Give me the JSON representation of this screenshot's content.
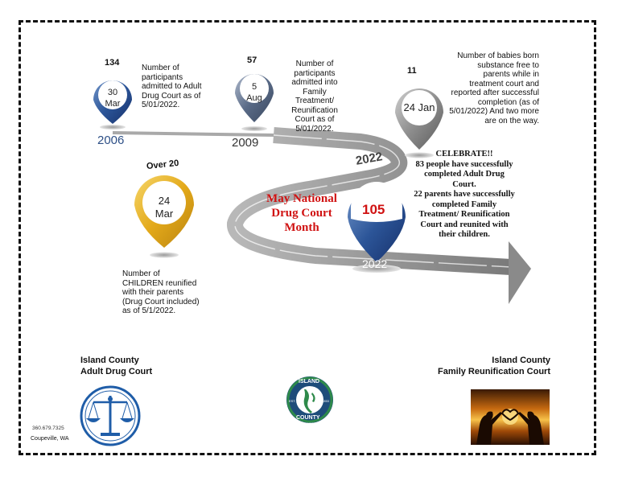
{
  "milestones": [
    {
      "count": "134",
      "date_line1": "30",
      "date_line2": "Mar",
      "year": "2006",
      "description": "Number of participants admitted to Adult Drug Court as of 5/01/2022."
    },
    {
      "count": "57",
      "date_line1": "5",
      "date_line2": "Aug",
      "year": "2009",
      "description": "Number of participants admitted into Family Treatment/ Reunification Court as of 5/01/2022."
    },
    {
      "count": "Over 20",
      "date_line1": "24",
      "date_line2": "Mar",
      "description": "Number of CHILDREN reunified with their parents (Drug Court included) as of 5/1/2022."
    },
    {
      "count": "11",
      "date_line1": "24 Jan",
      "year": "2022",
      "description": "Number of babies born substance free to parents while in treatment court and reported after successful completion (as of 5/01/2022) And two more are on the way."
    },
    {
      "count": "105",
      "year": "2022"
    }
  ],
  "may_banner": "May National Drug Court Month",
  "celebrate": {
    "line1": "CELEBRATE!!",
    "line2": "83 people have successfully completed Adult Drug Court.",
    "line3": "22 parents have successfully completed Family Treatment/ Reunification Court and reunited with their children."
  },
  "courts": {
    "adult": {
      "line1": "Island County",
      "line2": "Adult Drug Court"
    },
    "family": {
      "line1": "Island County",
      "line2": "Family Reunification Court"
    }
  },
  "contact": {
    "phone": "360.679.7325",
    "city": "Coupeville, WA"
  },
  "seal": {
    "top": "ISLAND",
    "bottom": "COUNTY",
    "est_left": "EST.",
    "est_right": "1853",
    "state": "WASHINGTON STATE"
  },
  "colors": {
    "blue": "#2d4f86",
    "gold": "#e3a91a",
    "gray": "#8a8a8a",
    "red": "#d01212"
  }
}
